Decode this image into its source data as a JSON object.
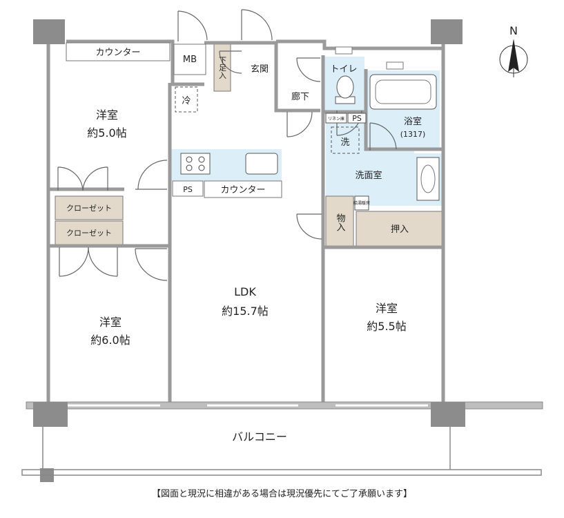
{
  "rooms": {
    "bedroom_nw": {
      "name": "洋室",
      "area": "約5.0帖"
    },
    "bedroom_sw": {
      "name": "洋室",
      "area": "約6.0帖"
    },
    "bedroom_se": {
      "name": "洋室",
      "area": "約5.5帖"
    },
    "ldk": {
      "name": "LDK",
      "area": "約15.7帖"
    },
    "bath": {
      "name": "浴室",
      "size": "(1317)"
    },
    "washroom": {
      "name": "洗面室"
    },
    "toilet": {
      "name": "トイレ"
    },
    "entrance": {
      "name": "玄関"
    },
    "hallway": {
      "name": "廊下"
    },
    "balcony": {
      "name": "バルコニー"
    }
  },
  "fixtures": {
    "counter_nw": "カウンター",
    "counter_kitchen": "カウンター",
    "meter_box": "MB",
    "shoe_box": "下足入",
    "fridge": "冷",
    "washer": "洗",
    "ps_kitchen": "PS",
    "ps_bath": "PS",
    "linen": "リネン庫",
    "closet_1": "クローゼット",
    "closet_2": "クローゼット",
    "storage": "物入",
    "oshiire": "押入",
    "water_heater": "給湯暖房"
  },
  "compass": {
    "north": "N"
  },
  "disclaimer": "【図面と現況に相違がある場合は現況優先にてご了承願います】",
  "colors": {
    "wet_area": "#dceef8",
    "storage": "#e2d9ca",
    "wall": "#9a9a9a",
    "pillar": "#8c8c8c"
  }
}
